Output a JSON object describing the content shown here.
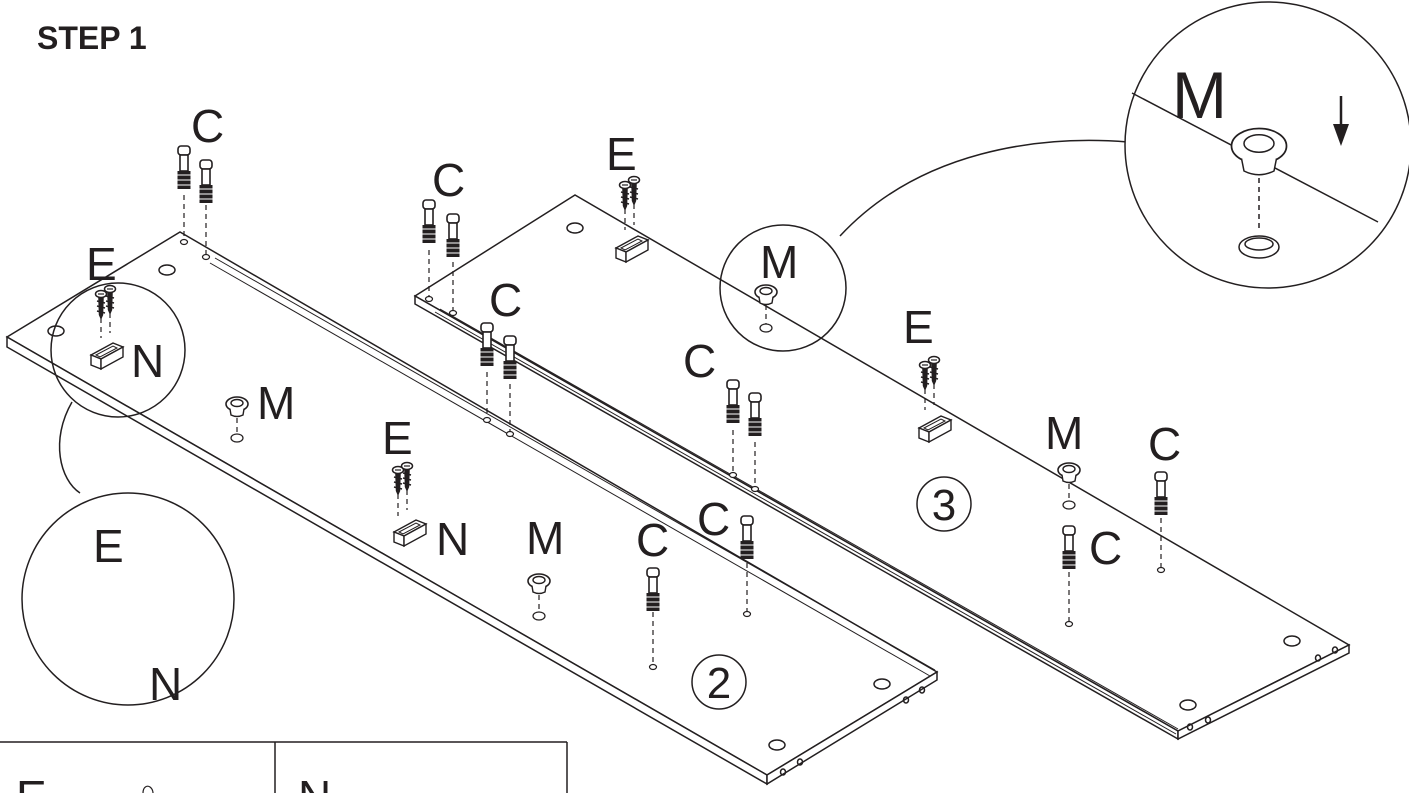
{
  "title": "STEP 1",
  "panels": {
    "panel_2": "2",
    "panel_3": "3"
  },
  "labels": {
    "cam_bolt": "C",
    "screw": "E",
    "cam_lock": "M",
    "bracket": "N"
  },
  "parts_table": {
    "cells": [
      "E",
      "N"
    ]
  },
  "colors": {
    "ink": "#231f20",
    "background": "#ffffff"
  }
}
